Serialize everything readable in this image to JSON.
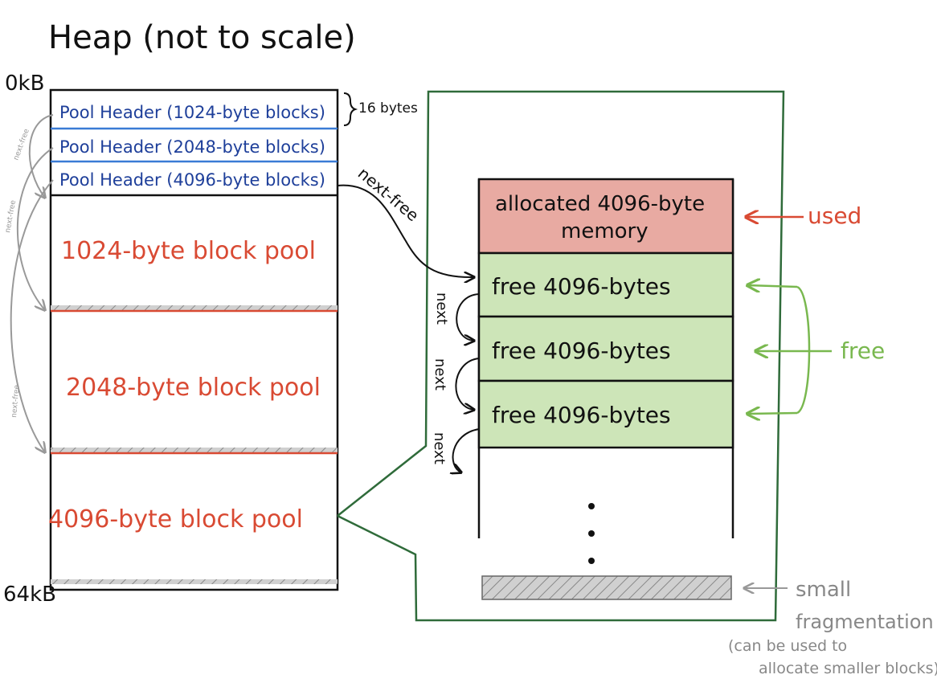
{
  "title": "Heap (not to scale)",
  "address_start": "0kB",
  "address_end": "64kB",
  "headers": {
    "h1024": "Pool Header (1024-byte blocks)",
    "h2048": "Pool Header (2048-byte blocks)",
    "h4096": "Pool Header (4096-byte blocks)",
    "header_size": "16 bytes"
  },
  "pools": {
    "p1024": "1024-byte block pool",
    "p2048": "2048-byte block pool",
    "p4096": "4096-byte block pool"
  },
  "arrow_labels": {
    "next_free": "next-free",
    "next": "next"
  },
  "detail": {
    "allocated_line1": "allocated 4096-byte",
    "allocated_line2": "memory",
    "free1": "free 4096-bytes",
    "free2": "free 4096-bytes",
    "free3": "free 4096-bytes",
    "ellipsis_dots": "⋮"
  },
  "legend": {
    "used": "used",
    "free": "free",
    "frag1": "small",
    "frag2": "fragmentation",
    "frag3": "(can be used to",
    "frag4": "allocate smaller blocks)"
  },
  "colors": {
    "ink": "#111111",
    "blue": "#1e3f9a",
    "blue_line": "#3a7bd5",
    "red": "#d94a33",
    "used_fill": "#e8aaa2",
    "free_fill": "#cde5b8",
    "green_outline": "#2f6b3a",
    "green_arrow": "#79b84f",
    "grey": "#888888"
  }
}
